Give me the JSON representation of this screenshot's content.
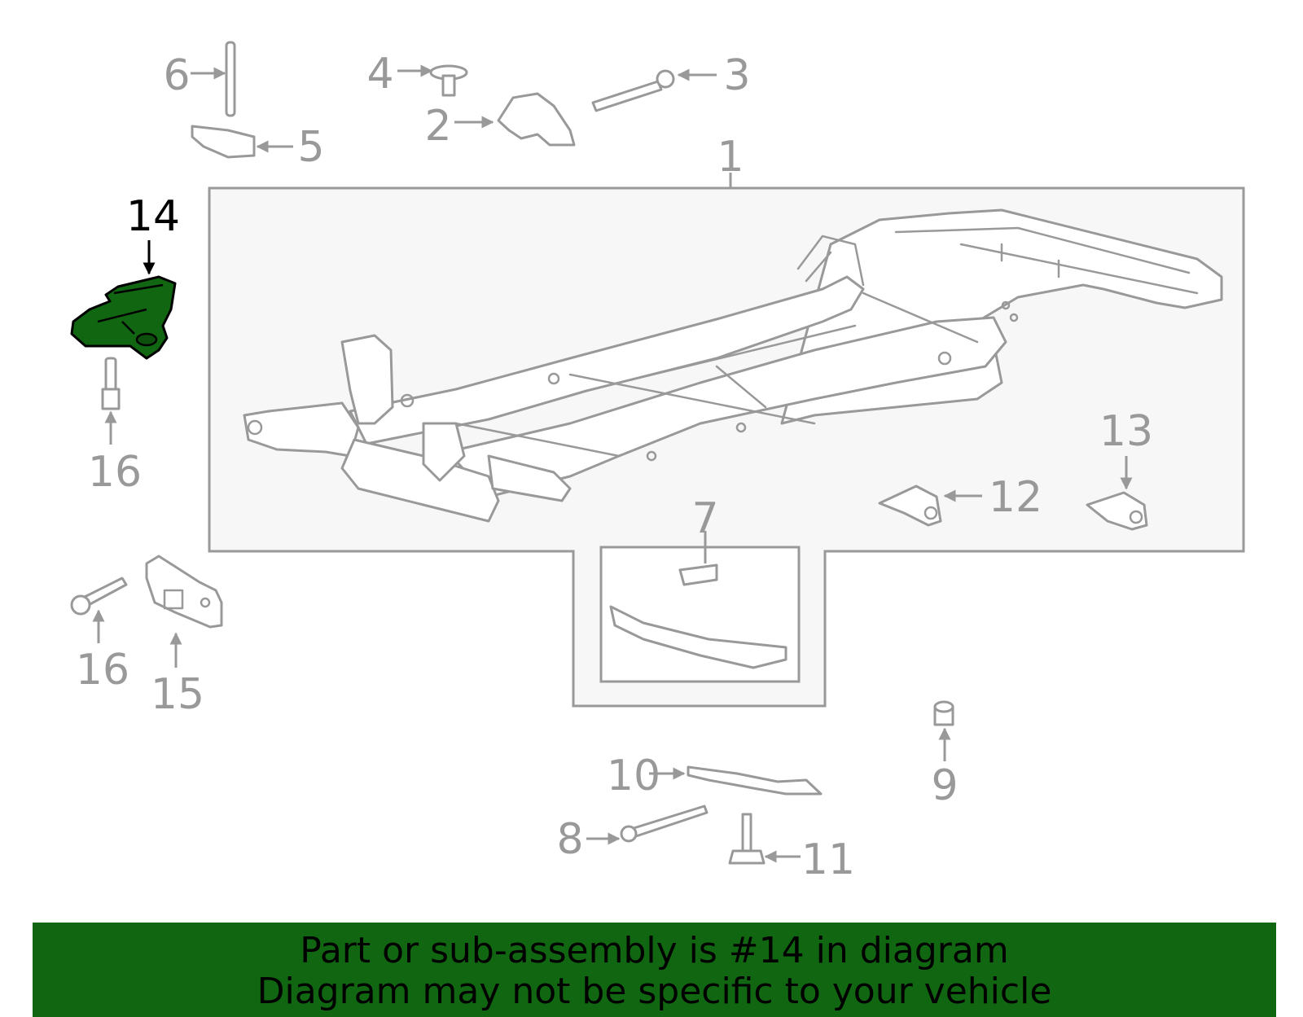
{
  "callouts": {
    "c1": "1",
    "c2": "2",
    "c3": "3",
    "c4": "4",
    "c5": "5",
    "c6": "6",
    "c7": "7",
    "c8": "8",
    "c9": "9",
    "c10": "10",
    "c11": "11",
    "c12": "12",
    "c13": "13",
    "c14": "14",
    "c16a": "16",
    "c16b": "16",
    "c15": "15"
  },
  "highlighted_part": "14",
  "colors": {
    "highlight_fill": "#116611",
    "line_gray": "#999999",
    "panel_fill": "#f7f7f7",
    "banner_bg": "#116611"
  },
  "banner": {
    "line1": "Part or sub-assembly is #14 in diagram",
    "line2": "Diagram may not be specific to your vehicle"
  }
}
